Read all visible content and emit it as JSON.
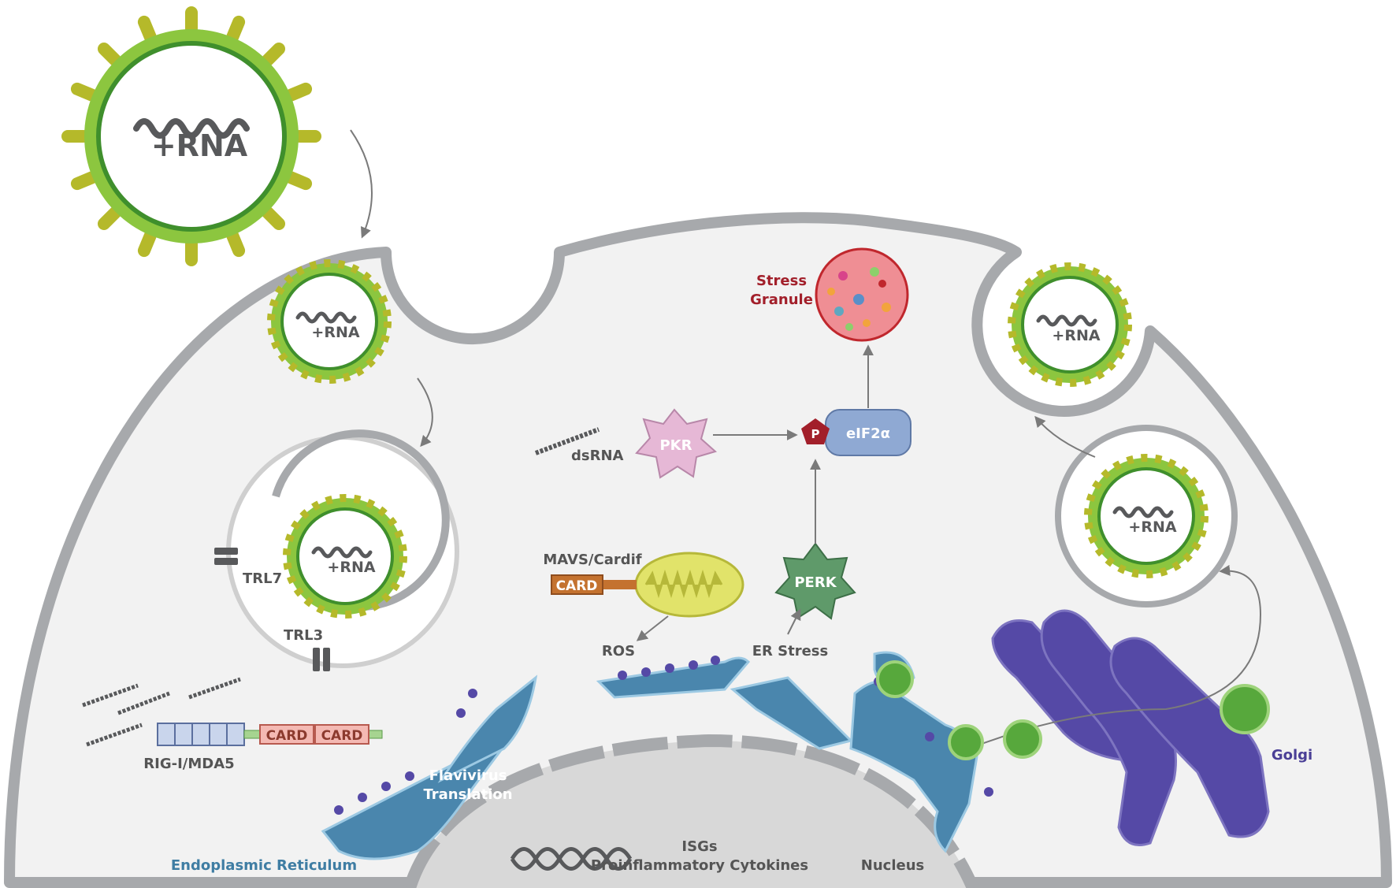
{
  "labels": {
    "rna": "+RNA",
    "dsrna": "dsRNA",
    "pkr": "PKR",
    "phospho": "P",
    "eif2a": "eIF2α",
    "stress_granule_line1": "Stress",
    "stress_granule_line2": "Granule",
    "perk": "PERK",
    "mavs": "MAVS/Cardif",
    "card": "CARD",
    "ros": "ROS",
    "er_stress": "ER Stress",
    "trl7": "TRL7",
    "trl3": "TRL3",
    "rig_i": "RIG-I/MDA5",
    "flavivirus_line1": "Flavivirus",
    "flavivirus_line2": "Translation",
    "isgs_line1": "ISGs",
    "isgs_line2": "Proinflammatory Cytokines",
    "nucleus": "Nucleus",
    "golgi": "Golgi",
    "er": "Endoplasmic Reticulum"
  },
  "colors": {
    "virus_spike": "#b5b92a",
    "virus_envelope": "#8cc63f",
    "virus_capsid": "#3f8f2c",
    "membrane": "#a7a9ac",
    "cytoplasm": "#f2f2f2",
    "rna": "#58595b",
    "pkr": "#e6b8d6",
    "eif2a": "#8fa9d3",
    "phospho": "#a21f2a",
    "perk": "#5f9a6a",
    "stress_granule": "#ef8e94",
    "mito": "#e1e36a",
    "card": "#e59a92",
    "card_tab": "#c4722f",
    "rig_box": "#c9d5ec",
    "er": "#4a86ad",
    "golgi": "#5549a6",
    "vesicle": "#57a83c",
    "label_dark": "#555555",
    "label_red": "#a21f2a",
    "label_blue": "#3f7da3",
    "label_purple": "#4a3f96"
  }
}
